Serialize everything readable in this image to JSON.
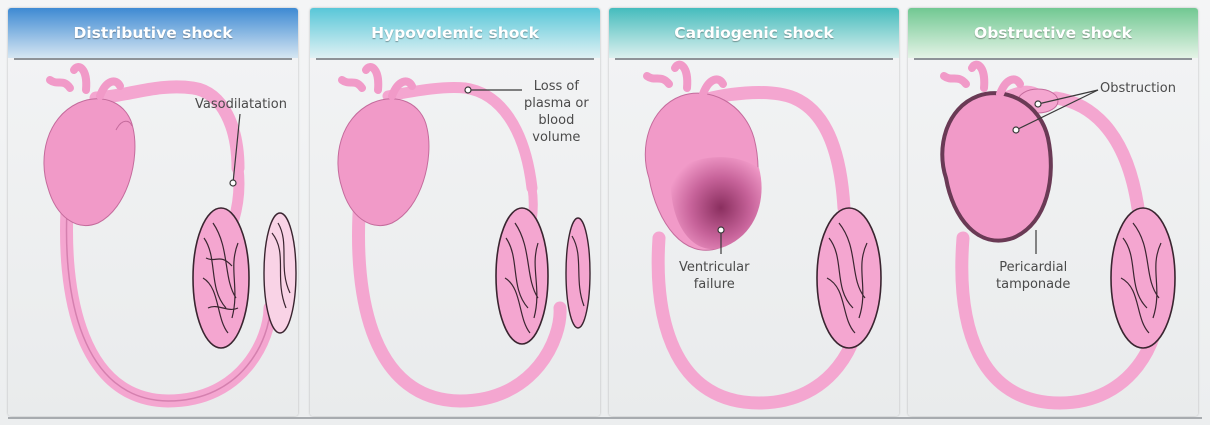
{
  "panels": [
    {
      "title": "Distributive shock",
      "labels": [
        "Vasodilatation"
      ]
    },
    {
      "title": "Hypovolemic shock",
      "labels": [
        "Loss of plasma or blood volume"
      ],
      "label_lines": [
        "Loss of",
        "plasma or",
        "blood",
        "volume"
      ]
    },
    {
      "title": "Cardiogenic shock",
      "labels": [
        "Ventricular failure"
      ],
      "label_lines": [
        "Ventricular",
        "failure"
      ]
    },
    {
      "title": "Obstructive shock",
      "labels": [
        "Obstruction",
        "Pericardial tamponade"
      ],
      "label_lines_2": [
        "Pericardial",
        "tamponade"
      ]
    }
  ],
  "colors": {
    "vessel": "#f4a6d0",
    "vessel_edge": "#c46b9c",
    "heart": "#f19ac8",
    "failure": "#9c3f70",
    "tamponade": "#6a3a55"
  }
}
